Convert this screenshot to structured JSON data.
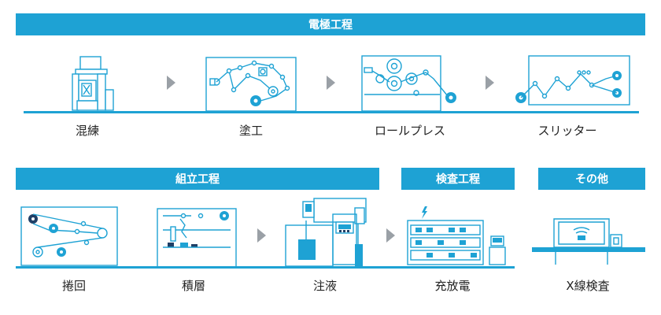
{
  "sections": {
    "electrode": {
      "title": "電極工程"
    },
    "assembly": {
      "title": "組立工程"
    },
    "inspection": {
      "title": "検査工程"
    },
    "other": {
      "title": "その他"
    }
  },
  "steps": {
    "mixing": "混練",
    "coating": "塗工",
    "roll_press": "ロールプレス",
    "slitter": "スリッター",
    "winding": "捲回",
    "stacking": "積層",
    "injection": "注液",
    "charge_discharge": "充放電",
    "xray_inspection": "X線検査"
  },
  "colors": {
    "accent": "#1ea2d4",
    "arrow": "#9aa0a6",
    "dark": "#1f3f66"
  }
}
